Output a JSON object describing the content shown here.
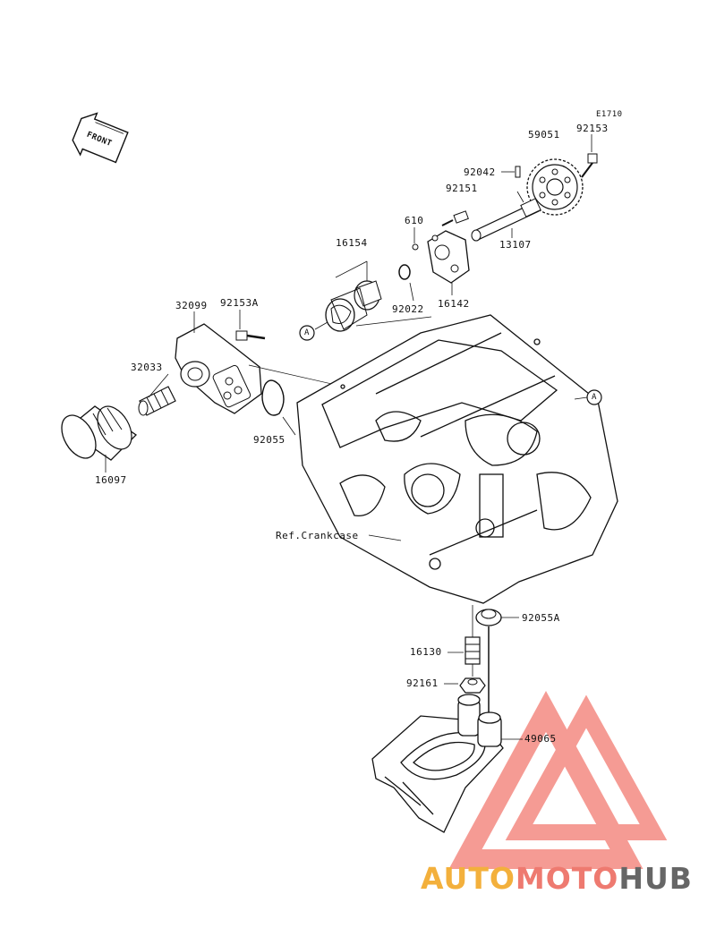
{
  "diagram": {
    "diagram_code": "E1710",
    "front_label": "FRONT",
    "ref_label": "Ref.Crankcase",
    "callout_letter": "A",
    "parts": {
      "p59051": "59051",
      "p92153": "92153",
      "p92042": "92042",
      "p92151": "92151",
      "p610": "610",
      "p13107": "13107",
      "p16154": "16154",
      "p92022": "92022",
      "p16142": "16142",
      "p32099": "32099",
      "p92153A": "92153A",
      "p32033": "32033",
      "p92055": "92055",
      "p16097": "16097",
      "p92055A": "92055A",
      "p16130": "16130",
      "p92161": "92161",
      "p49065": "49065"
    }
  },
  "watermark": {
    "part1": "AUTO",
    "part2": "MOTO",
    "part3": "HUB",
    "colors": {
      "orange": "#f3b03c",
      "red": "#ee7a70",
      "gray": "#666666"
    }
  }
}
